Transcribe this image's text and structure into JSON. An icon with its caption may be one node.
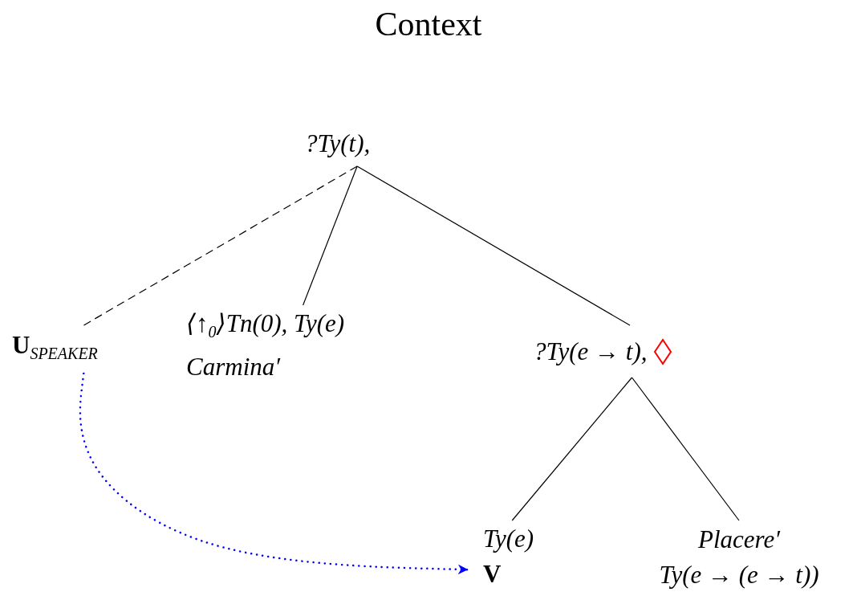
{
  "diagram": {
    "title": "Context",
    "nodes": [
      {
        "text": [
          "?Ty(t),"
        ]
      },
      {
        "text": [
          "**U**$_{SPEAKER}$"
        ]
      },
      {
        "text": [
          "⟨↑$_{0}$⟩Tn(0), Ty(e)",
          "Carmina′"
        ]
      },
      {
        "text": [
          "?Ty(e → t),"
        ]
      },
      {
        "text": [
          "Ty(e)",
          "V"
        ]
      },
      {
        "text": [
          "Placere′",
          "Ty(e → (e → t))"
        ]
      }
    ],
    "edges": [
      {
        "from": 0,
        "to": 1,
        "arrow": "none",
        "style": "dashed"
      },
      {
        "from": 0,
        "to": 2,
        "arrow": "none"
      },
      {
        "from": 0,
        "to": 3,
        "arrow": "none"
      },
      {
        "from": 3,
        "to": 4,
        "arrow": "none"
      },
      {
        "from": 3,
        "to": 5,
        "arrow": "none"
      },
      {
        "from": 1,
        "to": 4,
        "arrow": "to",
        "style": "dashed",
        "color": "#0000ff"
      }
    ]
  }
}
